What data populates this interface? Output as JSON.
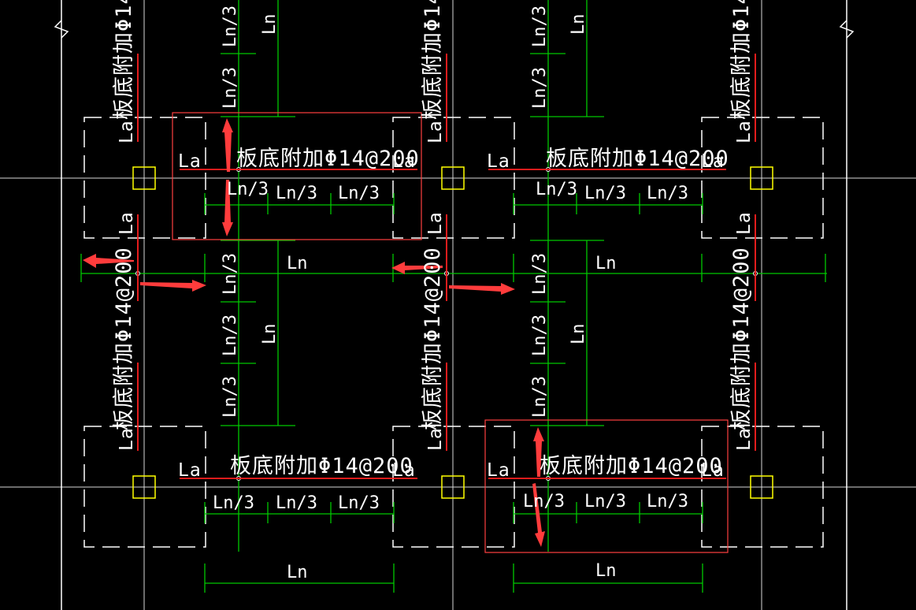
{
  "labels": {
    "rebar": "板底附加Φ14@200",
    "anchor": "La",
    "third": "Ln/3",
    "span": "Ln"
  },
  "colors": {
    "background": "#000000",
    "text": "#ffffff",
    "dimension": "#00c800",
    "rebar": "#ff2020",
    "column": "#ffff00",
    "highlight_box": "#ff4040",
    "arrow": "#ff3c3c"
  }
}
